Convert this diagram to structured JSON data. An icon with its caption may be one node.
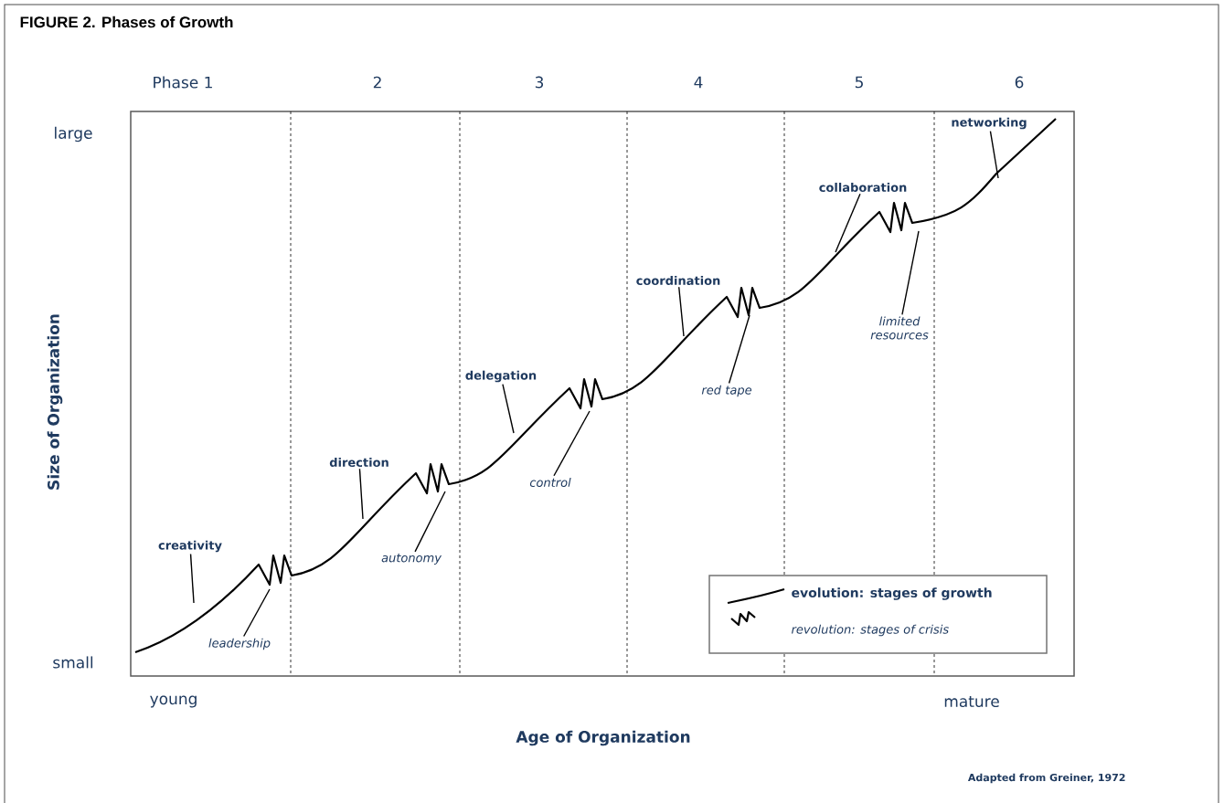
{
  "diagram": {
    "title": "FIGURE 2.  Phases of Growth",
    "caption": "Adapted from Greiner, 1972",
    "nodes": [
      {
        "text": [
          "creativity"
        ]
      },
      {
        "text": [
          "leadership"
        ]
      },
      {
        "text": [
          "direction"
        ]
      },
      {
        "text": [
          "autonomy"
        ]
      },
      {
        "text": [
          "delegation"
        ]
      },
      {
        "text": [
          "control"
        ]
      },
      {
        "text": [
          "coordination"
        ]
      },
      {
        "text": [
          "red tape"
        ]
      },
      {
        "text": [
          "collaboration"
        ]
      },
      {
        "text": [
          "limited resources"
        ]
      },
      {
        "text": [
          "networking"
        ]
      }
    ],
    "edges": [
      {
        "from": 0,
        "to": null,
        "arrow": "none"
      },
      {
        "from": 1,
        "to": null,
        "arrow": "none"
      },
      {
        "from": 2,
        "to": null,
        "arrow": "none"
      },
      {
        "from": 3,
        "to": null,
        "arrow": "none"
      },
      {
        "from": 4,
        "to": null,
        "arrow": "none"
      },
      {
        "from": 5,
        "to": null,
        "arrow": "none"
      },
      {
        "from": 6,
        "to": null,
        "arrow": "none"
      },
      {
        "from": 7,
        "to": null,
        "arrow": "none"
      },
      {
        "from": 8,
        "to": null,
        "arrow": "none"
      },
      {
        "from": 9,
        "to": null,
        "arrow": "none"
      },
      {
        "from": 10,
        "to": null,
        "arrow": "none"
      }
    ],
    "labels": [
      "Phase 1",
      "2",
      "3",
      "4",
      "5",
      "6",
      "large",
      "Size of Organization",
      "small",
      "young",
      "mature",
      "Age of Organization"
    ],
    "legend": [
      {
        "text": "evolution: stages of growth"
      },
      {
        "text": "revolution: stages of crisis"
      }
    ]
  }
}
